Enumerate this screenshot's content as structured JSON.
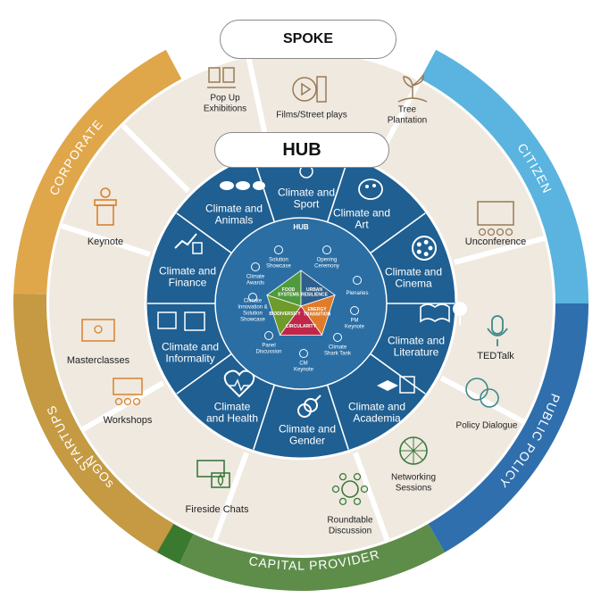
{
  "spoke_label": "SPOKE",
  "hub_label": "HUB",
  "hub_inner_label": "HUB",
  "colors": {
    "outer_bg": "#efe9e0",
    "hub_bg": "#1f5f92",
    "hub_inner": "#2a6ea4",
    "corporate": "#e0a64a",
    "citizen": "#5ab4df",
    "public_policy": "#2f6fad",
    "capital_provider": "#5e8d4a",
    "ngos": "#3a7a2f",
    "startups": "#c59a42",
    "icon_brown": "#9a7a55",
    "icon_orange": "#d9822b",
    "icon_teal": "#3e8a8a",
    "icon_green": "#3c7a3c"
  },
  "stakeholders": [
    {
      "key": "corporate",
      "label": "CORPORATE"
    },
    {
      "key": "citizen",
      "label": "CITIZEN"
    },
    {
      "key": "public_policy",
      "label": "PUBLIC POLICY"
    },
    {
      "key": "capital_provider",
      "label": "CAPITAL PROVIDER"
    },
    {
      "key": "ngos",
      "label": "NGOs"
    },
    {
      "key": "startups",
      "label": "STARTUPS"
    }
  ],
  "spoke_items": [
    {
      "label": "Pop Up\nExhibitions",
      "icon": "popup-exhibition-icon"
    },
    {
      "label": "Films/Street plays",
      "icon": "film-reel-icon"
    },
    {
      "label": "Tree\nPlantation",
      "icon": "tree-plant-icon"
    },
    {
      "label": "Unconference",
      "icon": "group-meeting-icon"
    },
    {
      "label": "TEDTalk",
      "icon": "microphone-icon"
    },
    {
      "label": "Policy Dialogue",
      "icon": "chat-bubbles-icon"
    },
    {
      "label": "Networking\nSessions",
      "icon": "network-globe-icon"
    },
    {
      "label": "Roundtable\nDiscussion",
      "icon": "roundtable-icon"
    },
    {
      "label": "Fireside Chats",
      "icon": "fireside-chat-icon"
    },
    {
      "label": "Workshops",
      "icon": "workshop-icon"
    },
    {
      "label": "Masterclasses",
      "icon": "masterclass-icon"
    },
    {
      "label": "Keynote",
      "icon": "podium-icon"
    }
  ],
  "hub_sectors": [
    {
      "label": "Climate and\nSport",
      "icon": "sport-icon"
    },
    {
      "label": "Climate and\nArt",
      "icon": "palette-icon"
    },
    {
      "label": "Climate and\nCinema",
      "icon": "film-reel-icon"
    },
    {
      "label": "Climate and\nLiterature",
      "icon": "book-tree-icon"
    },
    {
      "label": "Climate and\nAcademia",
      "icon": "abacus-icon"
    },
    {
      "label": "Climate and\nGender",
      "icon": "gender-icon"
    },
    {
      "label": "Climate\nand Health",
      "icon": "heartbeat-icon"
    },
    {
      "label": "Climate and\nInformality",
      "icon": "market-stall-icon"
    },
    {
      "label": "Climate and\nFinance",
      "icon": "finance-chart-icon"
    },
    {
      "label": "Climate and\nAnimals",
      "icon": "animals-icon"
    }
  ],
  "hub_inner_items": [
    {
      "label": "Solution\nShowcase"
    },
    {
      "label": "Opening\nCeremony"
    },
    {
      "label": "Plenaries"
    },
    {
      "label": "PM\nKeynote"
    },
    {
      "label": "Climate\nShark Tank"
    },
    {
      "label": "CM\nKeynote"
    },
    {
      "label": "Panel\nDiscussion"
    },
    {
      "label": "Climate\nInnovation &\nSolution\nShowcase"
    },
    {
      "label": "Climate\nAwards"
    }
  ],
  "pentagon": {
    "top_left": "FOOD\nSYSTEMS",
    "top_right": "URBAN\nRESILIENCE",
    "right": "ENERGY\nTRANSITION",
    "bottom": "CIRCULARITY",
    "left": "BIODIVERSITY",
    "colors": [
      "#4f9a3c",
      "#2e5e8c",
      "#e07b2a",
      "#c0264a",
      "#6f9a2c"
    ]
  }
}
